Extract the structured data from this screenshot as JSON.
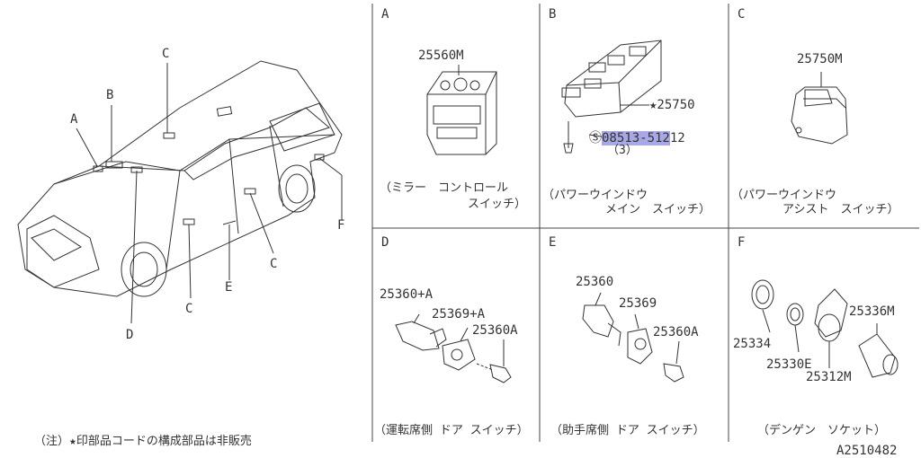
{
  "overview": {
    "callouts": [
      "A",
      "B",
      "C",
      "D",
      "C",
      "E",
      "C",
      "F"
    ],
    "note": "（注）★印部品コードの構成部品は非販売"
  },
  "panels": [
    {
      "letter": "A",
      "parts": [
        "25560M"
      ],
      "caption": [
        "（ミラー　コントロール",
        "スイッチ）"
      ]
    },
    {
      "letter": "B",
      "parts": [
        "★25750",
        "08513-51212",
        "（3）"
      ],
      "caption": [
        "（パワーウインドウ",
        "メイン　スイッチ）"
      ]
    },
    {
      "letter": "C",
      "parts": [
        "25750M"
      ],
      "caption": [
        "（パワーウインドウ",
        "アシスト　スイッチ）"
      ]
    },
    {
      "letter": "D",
      "parts": [
        "25360+A",
        "25369+A",
        "25360A"
      ],
      "caption": [
        "（運転席側 ドア スイッチ）"
      ]
    },
    {
      "letter": "E",
      "parts": [
        "25360",
        "25369",
        "25360A"
      ],
      "caption": [
        "（助手席側 ドア スイッチ）"
      ]
    },
    {
      "letter": "F",
      "parts": [
        "25334",
        "25330E",
        "25312M",
        "25336M"
      ],
      "caption": [
        "（デンゲン　ソケット）"
      ]
    }
  ],
  "highlight_part": "08513-512",
  "diagram_code": "A2510482"
}
